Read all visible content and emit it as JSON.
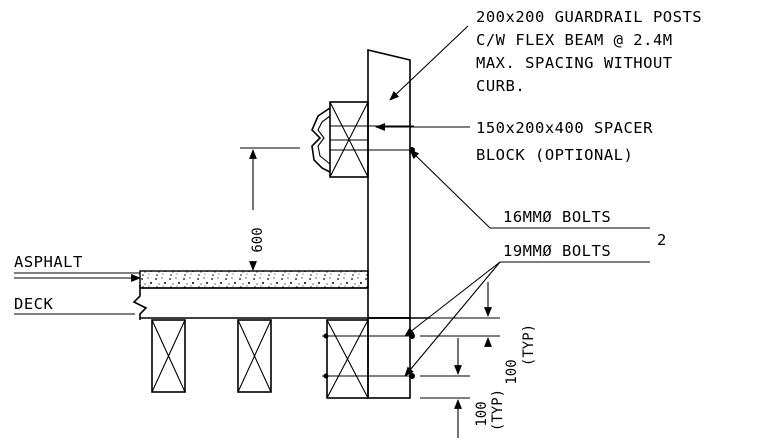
{
  "labels": {
    "posts_line1": "200x200 GUARDRAIL POSTS",
    "posts_line2": "C/W FLEX BEAM @ 2.4M",
    "posts_line3": "MAX. SPACING WITHOUT",
    "posts_line4": "CURB.",
    "spacer_line1": "150x200x400 SPACER",
    "spacer_line2": "BLOCK (OPTIONAL)",
    "bolts16": "16MMØ BOLTS",
    "bolts19": "19MMØ BOLTS",
    "superscript": "2",
    "asphalt": "ASPHALT",
    "deck": "DECK"
  },
  "dimensions": {
    "height": "600",
    "bolt_spacing": "100",
    "bolt_spacing_note": "(TYP)",
    "edge": "100",
    "edge_note": "(TYP)"
  }
}
